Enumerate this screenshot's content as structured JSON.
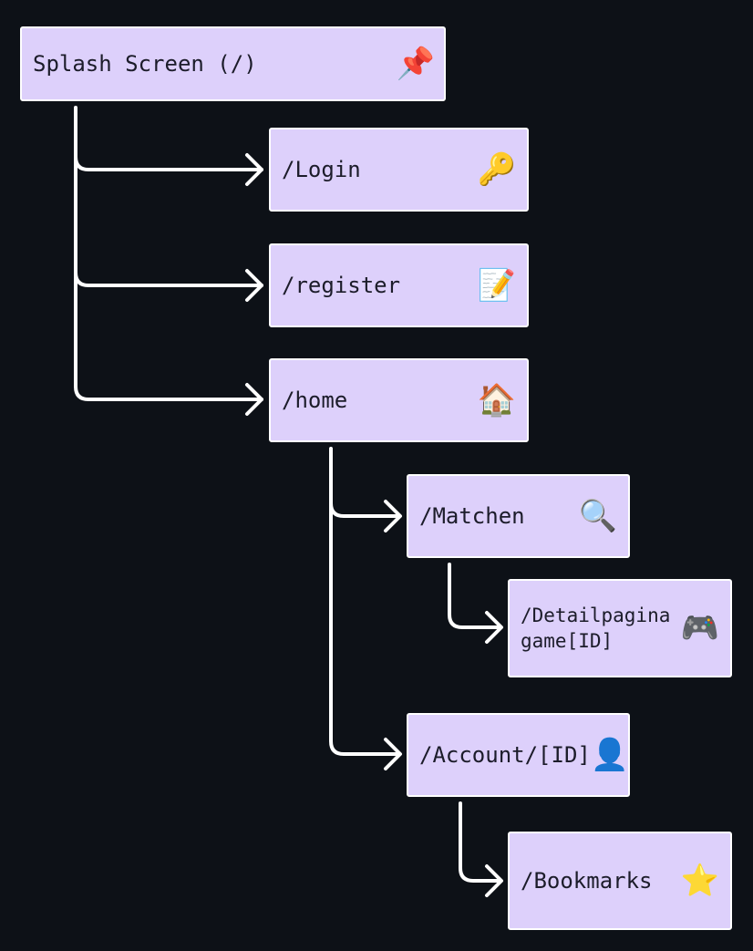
{
  "nodes": {
    "splash": {
      "label": "Splash Screen (/)",
      "icon": "📌",
      "icon_name": "pushpin-icon"
    },
    "login": {
      "label": "/Login",
      "icon": "🔑",
      "icon_name": "key-icon"
    },
    "register": {
      "label": "/register",
      "icon": "📝",
      "icon_name": "memo-icon"
    },
    "home": {
      "label": "/home",
      "icon": "🏠",
      "icon_name": "house-icon"
    },
    "matchen": {
      "label": "/Matchen",
      "icon": "🔍",
      "icon_name": "magnifier-icon"
    },
    "detail": {
      "label_line1": "/Detailpagina",
      "label_line2": "game[ID]",
      "icon": "🎮",
      "icon_name": "gamepad-icon"
    },
    "account": {
      "label": "/Account/[ID]",
      "icon": "👤",
      "icon_name": "user-icon"
    },
    "bookmarks": {
      "label": "/Bookmarks",
      "icon": "⭐",
      "icon_name": "star-icon"
    }
  },
  "edges": [
    {
      "from": "splash",
      "to": "login"
    },
    {
      "from": "splash",
      "to": "register"
    },
    {
      "from": "splash",
      "to": "home"
    },
    {
      "from": "home",
      "to": "matchen"
    },
    {
      "from": "matchen",
      "to": "detail"
    },
    {
      "from": "home",
      "to": "account"
    },
    {
      "from": "account",
      "to": "bookmarks"
    }
  ],
  "colors": {
    "background": "#0d1117",
    "node_fill": "#ddd0fb",
    "node_border": "#ffffff",
    "connector": "#ffffff",
    "text": "#1c1c2a"
  }
}
